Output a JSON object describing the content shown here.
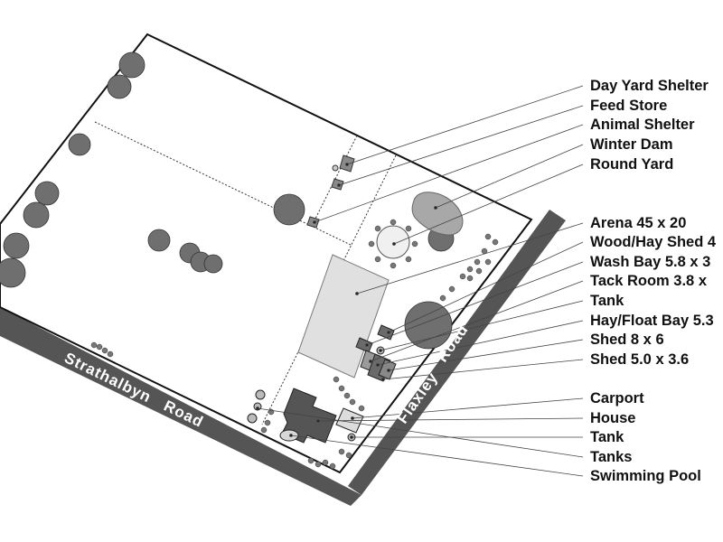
{
  "map": {
    "roads": [
      {
        "name": "Strathalbyn",
        "key": "strathalbyn"
      },
      {
        "name": "Road",
        "key": "strathalbyn-road"
      },
      {
        "name": "Flaxley",
        "key": "flaxley"
      },
      {
        "name": "Road",
        "key": "flaxley-road"
      }
    ],
    "legend": [
      "Day Yard Shelter",
      "Feed Store",
      "Animal Shelter",
      "Winter Dam",
      "Round Yard",
      "Arena 45 x 20",
      "Wood/Hay Shed 4",
      "Wash Bay 5.8 x 3",
      "Tack Room 3.8 x",
      "Tank",
      "Hay/Float Bay 5.3",
      "Shed 8 x 6",
      "Shed 5.0 x 3.6",
      "Carport",
      "House",
      "Tank",
      "Tanks",
      "Swimming Pool"
    ],
    "colors": {
      "road": "#555555",
      "boundary": "#111111",
      "tree": "#6f6f6f",
      "arena": "#e0e0e0",
      "building": "#6a6a6a",
      "dam": "#a8a8a8"
    }
  }
}
